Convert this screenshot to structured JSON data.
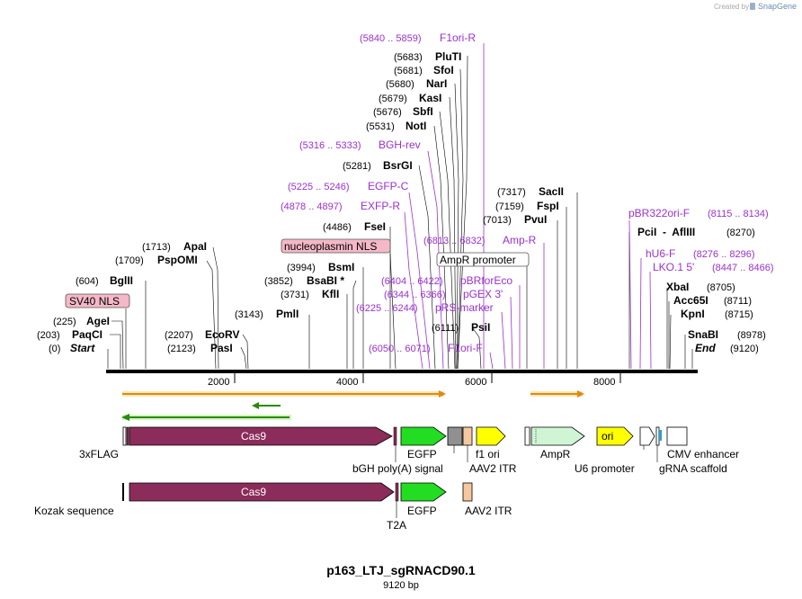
{
  "header": {
    "created_by": "Created by",
    "brand": "SnapGene"
  },
  "plasmid": {
    "name": "p163_LTJ_sgRNACD90.1",
    "length_label": "9120 bp"
  },
  "ruler_ticks": [
    "2000",
    "4000",
    "6000",
    "8000"
  ],
  "sites": [
    {
      "pos": "(0)",
      "name": "Start",
      "kind": "endpoint"
    },
    {
      "pos": "(203)",
      "name": "PaqCI",
      "kind": "enzyme"
    },
    {
      "pos": "(225)",
      "name": "AgeI",
      "kind": "enzyme"
    },
    {
      "pos": "(604)",
      "name": "BglII",
      "kind": "enzyme"
    },
    {
      "pos": "(1709)",
      "name": "PspOMI",
      "kind": "enzyme"
    },
    {
      "pos": "(1713)",
      "name": "ApaI",
      "kind": "enzyme"
    },
    {
      "pos": "(2123)",
      "name": "PasI",
      "kind": "enzyme"
    },
    {
      "pos": "(2207)",
      "name": "EcoRV",
      "kind": "enzyme"
    },
    {
      "pos": "(3143)",
      "name": "PmlI",
      "kind": "enzyme"
    },
    {
      "pos": "(3731)",
      "name": "KflI",
      "kind": "enzyme"
    },
    {
      "pos": "(3852)",
      "name": "BsaBI *",
      "kind": "enzyme"
    },
    {
      "pos": "(3994)",
      "name": "BsmI",
      "kind": "enzyme"
    },
    {
      "pos": "(4486)",
      "name": "FseI",
      "kind": "enzyme"
    },
    {
      "pos": "(5281)",
      "name": "BsrGI",
      "kind": "enzyme"
    },
    {
      "pos": "(5531)",
      "name": "NotI",
      "kind": "enzyme"
    },
    {
      "pos": "(5676)",
      "name": "SbfI",
      "kind": "enzyme"
    },
    {
      "pos": "(5679)",
      "name": "KasI",
      "kind": "enzyme"
    },
    {
      "pos": "(5680)",
      "name": "NarI",
      "kind": "enzyme"
    },
    {
      "pos": "(5681)",
      "name": "SfoI",
      "kind": "enzyme"
    },
    {
      "pos": "(5683)",
      "name": "PluTI",
      "kind": "enzyme"
    },
    {
      "pos": "(6111)",
      "name": "PsiI",
      "kind": "enzyme"
    },
    {
      "pos": "(7013)",
      "name": "PvuI",
      "kind": "enzyme"
    },
    {
      "pos": "(7159)",
      "name": "FspI",
      "kind": "enzyme"
    },
    {
      "pos": "(7317)",
      "name": "SacII",
      "kind": "enzyme"
    },
    {
      "pos": "(8270)",
      "name": "PciI  -  AflIII",
      "kind": "enzyme"
    },
    {
      "pos": "(8705)",
      "name": "XbaI",
      "kind": "enzyme"
    },
    {
      "pos": "(8711)",
      "name": "Acc65I",
      "kind": "enzyme"
    },
    {
      "pos": "(8715)",
      "name": "KpnI",
      "kind": "enzyme"
    },
    {
      "pos": "(8978)",
      "name": "SnaBI",
      "kind": "enzyme"
    },
    {
      "pos": "(9120)",
      "name": "End",
      "kind": "endpoint"
    }
  ],
  "primers": [
    {
      "range": "(5840 .. 5859)",
      "name": "F1ori-R"
    },
    {
      "range": "(5316 .. 5333)",
      "name": "BGH-rev"
    },
    {
      "range": "(5225 .. 5246)",
      "name": "EGFP-C"
    },
    {
      "range": "(4878 .. 4897)",
      "name": "EXFP-R"
    },
    {
      "range": "(6813 .. 6832)",
      "name": "Amp-R"
    },
    {
      "range": "(6404 .. 6422)",
      "name": "pBRforEco"
    },
    {
      "range": "(6344 .. 6366)",
      "name": "pGEX 3'"
    },
    {
      "range": "(6225 .. 6244)",
      "name": "pRS-marker"
    },
    {
      "range": "(6050 .. 6071)",
      "name": "F1ori-F"
    },
    {
      "range": "(8115 .. 8134)",
      "name": "pBR322ori-F"
    },
    {
      "range": "(8276 .. 8296)",
      "name": "hU6-F"
    },
    {
      "range": "(8447 .. 8466)",
      "name": "LKO.1 5'"
    }
  ],
  "boxed_features": {
    "sv40_nls": "SV40 NLS",
    "nucleoplasmin_nls": "nucleoplasmin NLS",
    "ampr_promoter": "AmpR promoter"
  },
  "features": {
    "cas9": "Cas9",
    "ori": "ori",
    "label_3xflag": "3xFLAG",
    "label_bgh": "bGH poly(A) signal",
    "label_egfp": "EGFP",
    "label_f1ori": "f1 ori",
    "label_aav2_itr": "AAV2 ITR",
    "label_ampr": "AmpR",
    "label_u6": "U6 promoter",
    "label_cmv": "CMV enhancer",
    "label_grna": "gRNA scaffold",
    "label_kozak": "Kozak sequence",
    "label_t2a": "T2A",
    "label_egfp2": "EGFP",
    "label_aav2_itr2": "AAV2 ITR"
  },
  "colors": {
    "cas9": "#8b2c5a",
    "egfp": "#22dd22",
    "f1ori": "#909090",
    "aav2_itr": "#f5c89e",
    "ori": "#ffff00",
    "ampr": "#cff5d5",
    "orf_orange": "#f0a030",
    "orf_green": "#55aa22",
    "primer": "#9b30d0",
    "nls_box": "#f4b8c8"
  }
}
